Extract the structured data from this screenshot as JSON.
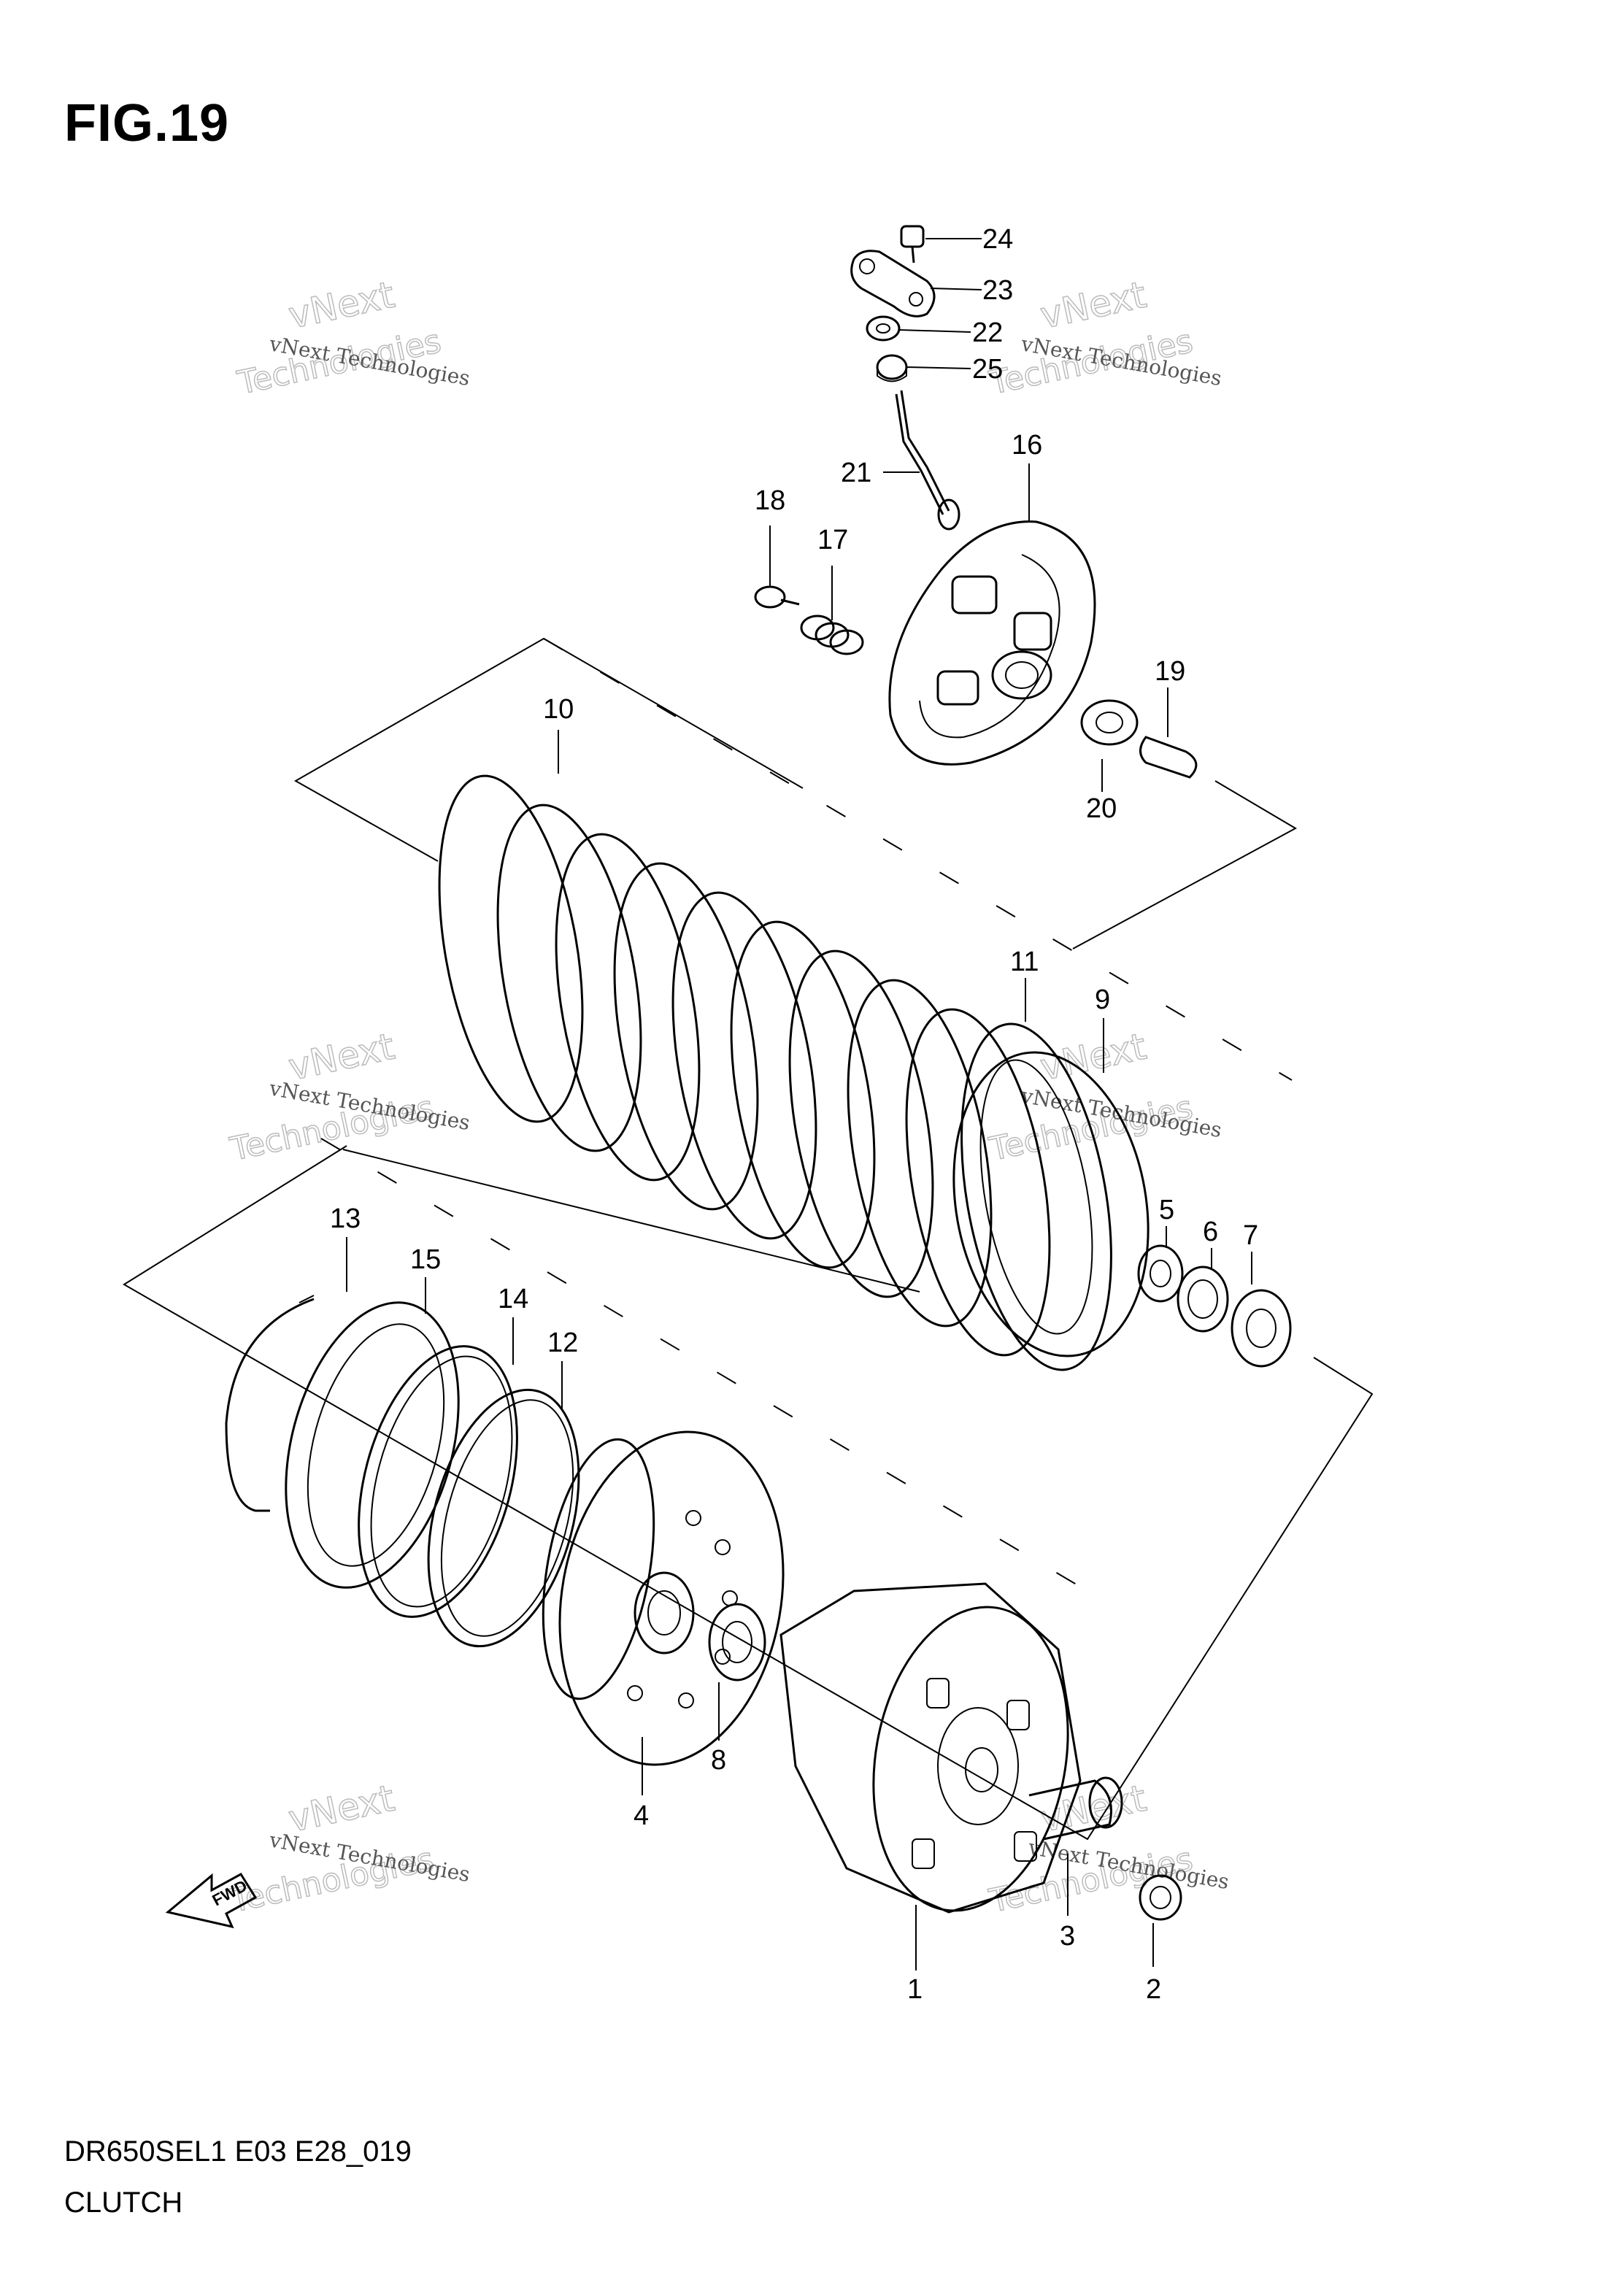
{
  "figure_title": "FIG.19",
  "footer": {
    "model_code": "DR650SEL1 E03 E28_019",
    "section_name": "CLUTCH"
  },
  "fwd_label": "FWD",
  "watermark": {
    "line1": "vNext Technologies",
    "line2": "vNext",
    "line3": "Technologies"
  },
  "callouts": {
    "p1": "1",
    "p2": "2",
    "p3": "3",
    "p4": "4",
    "p5": "5",
    "p6": "6",
    "p7": "7",
    "p8": "8",
    "p9": "9",
    "p10": "10",
    "p11": "11",
    "p12": "12",
    "p13": "13",
    "p14": "14",
    "p15": "15",
    "p16": "16",
    "p17": "17",
    "p18": "18",
    "p19": "19",
    "p20": "20",
    "p21": "21",
    "p22": "22",
    "p23": "23",
    "p24": "24",
    "p25": "25"
  }
}
